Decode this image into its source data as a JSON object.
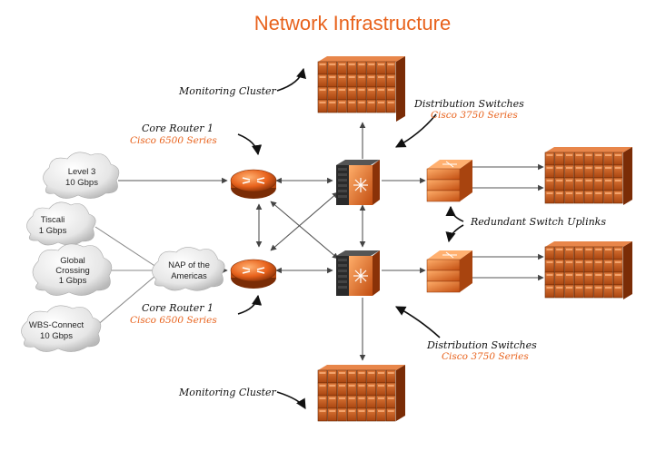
{
  "title": "Network Infrastructure",
  "clouds": [
    {
      "id": "level3",
      "lines": [
        "Level 3",
        "10 Gbps"
      ]
    },
    {
      "id": "tiscali",
      "lines": [
        "Tiscali",
        "1 Gbps"
      ]
    },
    {
      "id": "global-crossing",
      "lines": [
        "Global",
        "Crossing",
        "1 Gbps"
      ]
    },
    {
      "id": "wbs-connect",
      "lines": [
        "WBS-Connect",
        "10 Gbps"
      ]
    },
    {
      "id": "nap",
      "lines": [
        "NAP of the",
        "Americas"
      ]
    }
  ],
  "labels": {
    "monitoring_top": "Monitoring Cluster",
    "monitoring_bottom": "Monitoring Cluster",
    "core1_line1": "Core Router 1",
    "core1_line2": "Cisco 6500 Series",
    "core2_line1": "Core Router 1",
    "core2_line2": "Cisco 6500 Series",
    "dist_top_line1": "Distribution Switches",
    "dist_top_line2": "Cisco 3750 Series",
    "dist_bottom_line1": "Distribution Switches",
    "dist_bottom_line2": "Cisco 3750 Series",
    "uplinks": "Redundant Switch Uplinks"
  },
  "colors": {
    "accent": "#e8621c",
    "server": "#c9591b",
    "device_dark": "#2a2a2a"
  }
}
